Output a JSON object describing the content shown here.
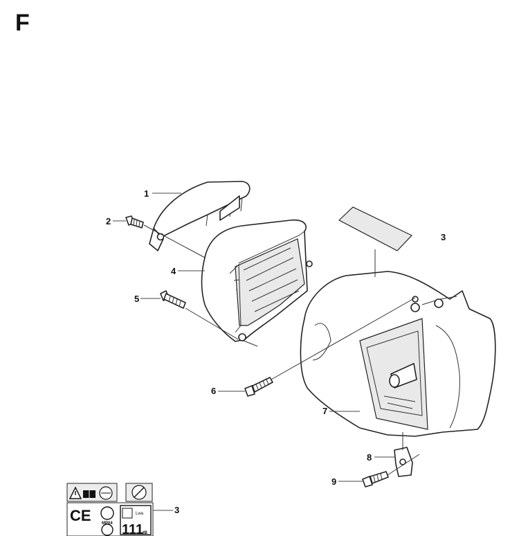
{
  "section_letter": "F",
  "callouts": [
    {
      "id": "callout-1",
      "text": "1"
    },
    {
      "id": "callout-2",
      "text": "2"
    },
    {
      "id": "callout-3",
      "text": "3"
    },
    {
      "id": "callout-4",
      "text": "4"
    },
    {
      "id": "callout-5",
      "text": "5"
    },
    {
      "id": "callout-6",
      "text": "6"
    },
    {
      "id": "callout-7",
      "text": "7"
    },
    {
      "id": "callout-8",
      "text": "8"
    },
    {
      "id": "callout-9",
      "text": "9"
    },
    {
      "id": "callout-3b",
      "text": "3"
    }
  ],
  "decal": {
    "ce_mark": "CE",
    "gost_code": "MP04",
    "db_value": "111",
    "db_unit": "dB",
    "lwa": "Lwa"
  }
}
